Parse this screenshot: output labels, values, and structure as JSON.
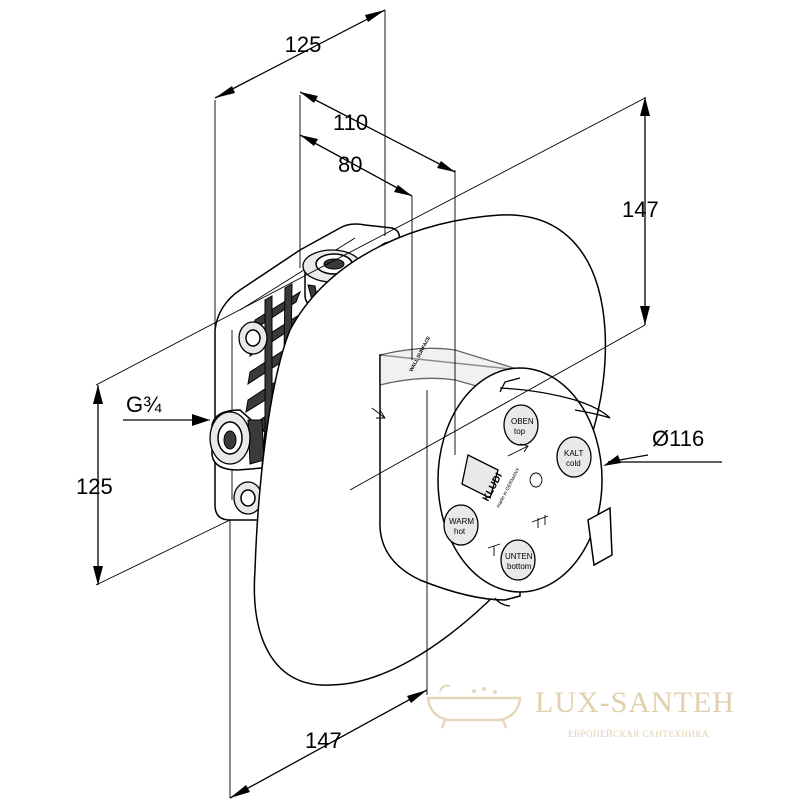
{
  "dimensions": {
    "top_width": "125",
    "depth_outer": "110",
    "depth_inner": "80",
    "height_right": "147",
    "thread": "G¾",
    "height_left": "125",
    "diameter": "Ø116",
    "bottom_width": "147"
  },
  "labels": {
    "top": [
      "OBEN",
      "top"
    ],
    "cold": [
      "KALT",
      "cold"
    ],
    "hot": [
      "WARM",
      "hot"
    ],
    "bottom": [
      "UNTEN",
      "bottom"
    ],
    "brand": "KLUDI",
    "brand_sub": "made in GERMANY",
    "wall_surface": "WALL SURFACE"
  },
  "watermark": {
    "brand": "LUX-SANTEH",
    "tagline": "ЕВРОПЕЙСКАЯ САНТЕХНИКА",
    "color": "#e2cfae"
  }
}
